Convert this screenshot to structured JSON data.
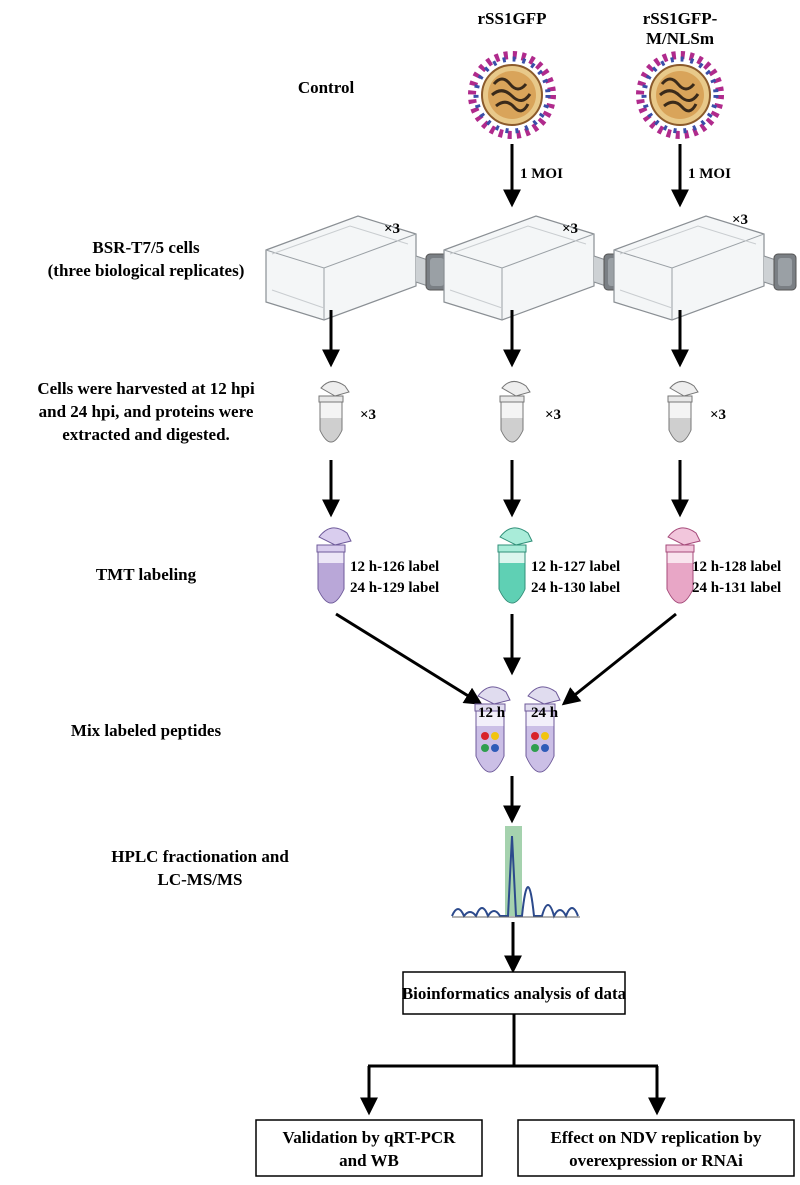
{
  "columns": {
    "control": "Control",
    "rss1gfp": "rSS1GFP",
    "mutant_line1": "rSS1GFP-",
    "mutant_line2": "M/NLSm"
  },
  "moi": {
    "col2": "1 MOI",
    "col3": "1 MOI"
  },
  "steps": {
    "cells_line1": "BSR-T7/5 cells",
    "cells_line2": "(three biological replicates)",
    "harvest_line1": "Cells were harvested at 12 hpi",
    "harvest_line2": "and 24 hpi, and proteins were",
    "harvest_line3": "extracted and digested.",
    "tmt": "TMT labeling",
    "mix": "Mix labeled peptides",
    "hplc_line1": "HPLC fractionation and",
    "hplc_line2": "LC-MS/MS"
  },
  "replicates": {
    "flask": "×3",
    "tube": "×3"
  },
  "labels": {
    "c1_a": "12 h-126 label",
    "c1_b": "24 h-129 label",
    "c2_a": "12 h-127 label",
    "c2_b": "24 h-130 label",
    "c3_a": "12 h-128 label",
    "c3_b": "24 h-131 label"
  },
  "mix_tubes": {
    "left": "12 h",
    "right": "24 h"
  },
  "boxes": {
    "bioinformatics": "Bioinformatics analysis of data",
    "validation_line1": "Validation by qRT-PCR",
    "validation_line2": "and WB",
    "effect_line1": "Effect on NDV replication by",
    "effect_line2": "overexpression or RNAi"
  },
  "colors": {
    "tube_control": "#b9a7d8",
    "tube_rss1gfp": "#5fd0b4",
    "tube_mutant": "#e8a6c6",
    "tube_gray": "#d4d4d4",
    "virus_spike_magenta": "#b02a8c",
    "virus_spike_blue": "#3a4ea8",
    "virus_core": "#d9a45a",
    "peak_highlight": "#8fc79a",
    "dot_red": "#d8232a",
    "dot_yellow": "#f1c40f",
    "dot_green": "#2e9e4e",
    "dot_blue": "#2e5bb8"
  }
}
